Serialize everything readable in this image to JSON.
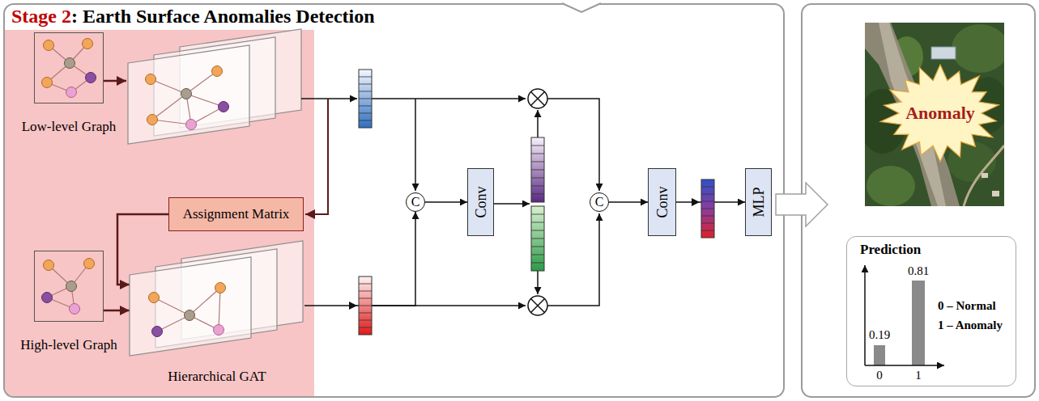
{
  "diagram": {
    "title": "Stage 2: Earth Surface Anomalies Detection",
    "nodes": [
      {
        "text": [
          "Low-level Graph"
        ]
      },
      {
        "text": [
          "Assignment Matrix"
        ]
      },
      {
        "text": [
          "High-level Graph"
        ]
      },
      {
        "text": [
          "Hierarchical GAT"
        ]
      },
      {
        "text": [
          "C"
        ]
      },
      {
        "text": [
          "Conv"
        ]
      },
      {
        "text": [
          "C"
        ]
      },
      {
        "text": [
          "Conv"
        ]
      },
      {
        "text": [
          "MLP"
        ]
      },
      {
        "text": [
          "Anomaly"
        ]
      },
      {
        "text": [
          "Prediction"
        ]
      }
    ],
    "edges": [
      {
        "from": 1,
        "to": 3,
        "arrow": "to"
      },
      {
        "from": 2,
        "to": 3,
        "arrow": "to"
      },
      {
        "from": 3,
        "to": 4,
        "arrow": "to"
      },
      {
        "from": 4,
        "to": 5,
        "arrow": "to"
      },
      {
        "from": 6,
        "to": 7,
        "arrow": "to"
      },
      {
        "from": 7,
        "to": 8,
        "arrow": "to"
      }
    ],
    "labels": [
      "0.19",
      "0.81",
      "0",
      "1",
      "0 – Normal",
      "1 – Anomaly"
    ]
  }
}
